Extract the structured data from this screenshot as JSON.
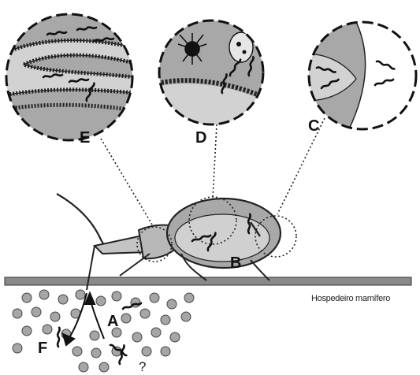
{
  "labels": {
    "A": "A",
    "B": "B",
    "C": "C",
    "D": "D",
    "E": "E",
    "F": "F",
    "question": "?"
  },
  "host_label": "Hospedeiro mamífero",
  "colors": {
    "lens_fill": "#a8a8a8",
    "light_fill": "#cfcfcf",
    "cell_fill": "#9a9a9a",
    "ground": "#8a8a8a",
    "outline": "#222222"
  }
}
